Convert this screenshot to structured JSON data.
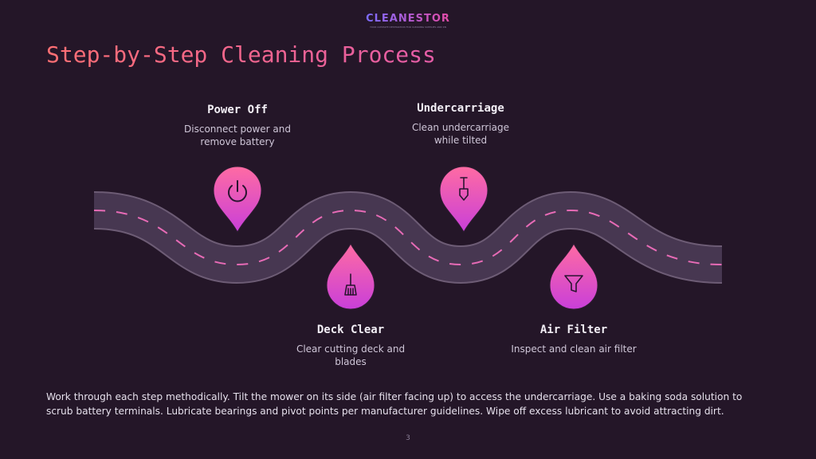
{
  "brand": {
    "name": "CLEANESTOR",
    "tagline": "YOUR ULTIMATE DESTINATION FOR CLEANING SUPPLIES AND KNOWLEDGE"
  },
  "title": "Step-by-Step Cleaning Process",
  "steps": [
    {
      "title": "Power Off",
      "description": "Disconnect power and remove battery",
      "icon": "power-icon"
    },
    {
      "title": "Deck Clear",
      "description": "Clear cutting deck and blades",
      "icon": "broom-icon"
    },
    {
      "title": "Undercarriage",
      "description": "Clean undercarriage while tilted",
      "icon": "shovel-icon"
    },
    {
      "title": "Air Filter",
      "description": "Inspect and clean air filter",
      "icon": "funnel-icon"
    }
  ],
  "body": "Work through each step methodically. Tilt the mower on its side (air filter facing up) to access the undercarriage. Use a baking soda solution to scrub battery terminals. Lubricate bearings and pivot points per manufacturer guidelines. Wipe off excess lubricant to avoid attracting dirt.",
  "page_number": "3",
  "colors": {
    "background": "#241628",
    "road": "#4a3a52",
    "road_edge": "#6d5c75",
    "road_dash": "#e76bb6",
    "pin_top": "#ff6ba3",
    "pin_bottom": "#c93fd9"
  }
}
